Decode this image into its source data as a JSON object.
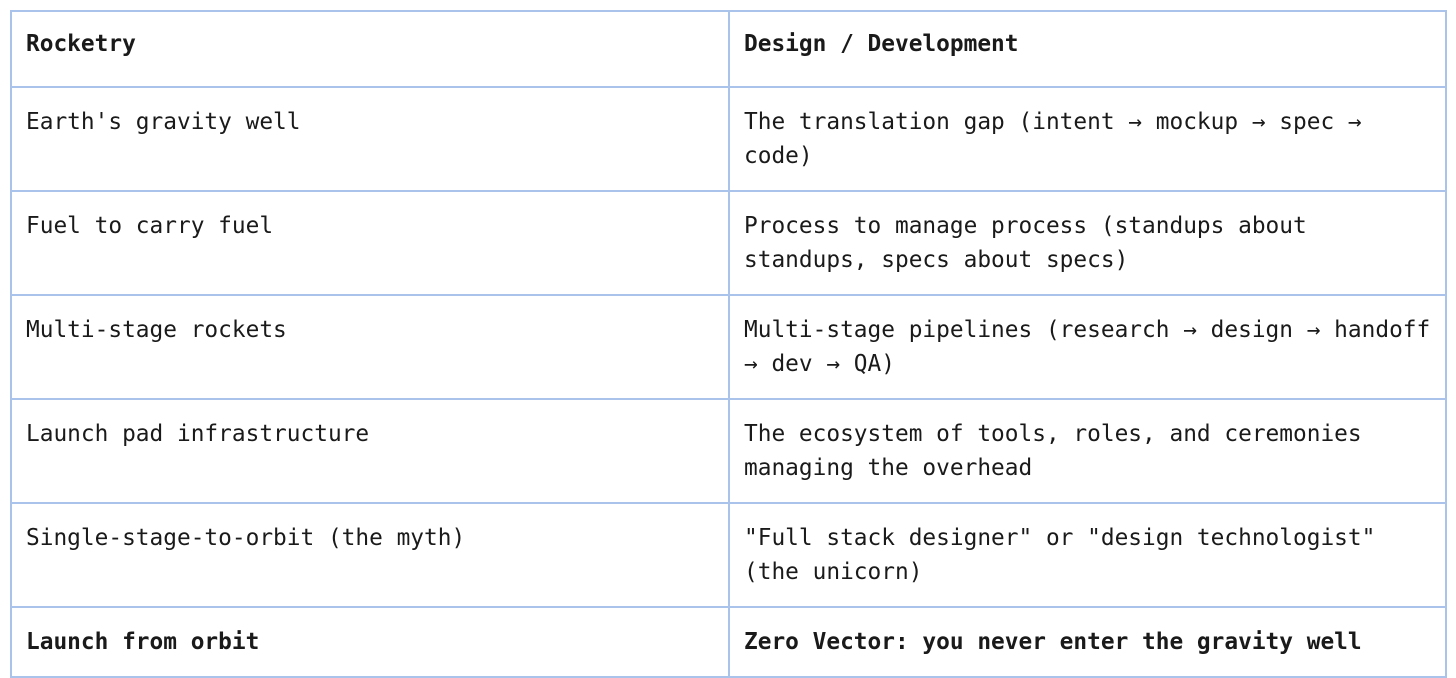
{
  "table": {
    "columns": [
      {
        "key": "rocketry",
        "header": "Rocketry"
      },
      {
        "key": "design_development",
        "header": "Design / Development"
      }
    ],
    "rows": [
      {
        "emphasis": false,
        "rocketry": "Earth's gravity well",
        "design_development": "The translation gap (intent → mockup → spec → code)"
      },
      {
        "emphasis": false,
        "rocketry": "Fuel to carry fuel",
        "design_development": "Process to manage process (standups about standups, specs about specs)"
      },
      {
        "emphasis": false,
        "rocketry": "Multi-stage rockets",
        "design_development": "Multi-stage pipelines (research → design → handoff → dev → QA)"
      },
      {
        "emphasis": false,
        "rocketry": "Launch pad infrastructure",
        "design_development": "The ecosystem of tools, roles, and ceremonies managing the overhead"
      },
      {
        "emphasis": false,
        "rocketry": "Single-stage-to-orbit (the myth)",
        "design_development": "\"Full stack designer\" or \"design technologist\" (the unicorn)"
      },
      {
        "emphasis": true,
        "rocketry": "Launch from orbit",
        "design_development": "Zero Vector: you never enter the gravity well"
      }
    ]
  },
  "colors": {
    "border": "#a9c3ea",
    "text": "#1a1a1a",
    "background": "#ffffff"
  }
}
